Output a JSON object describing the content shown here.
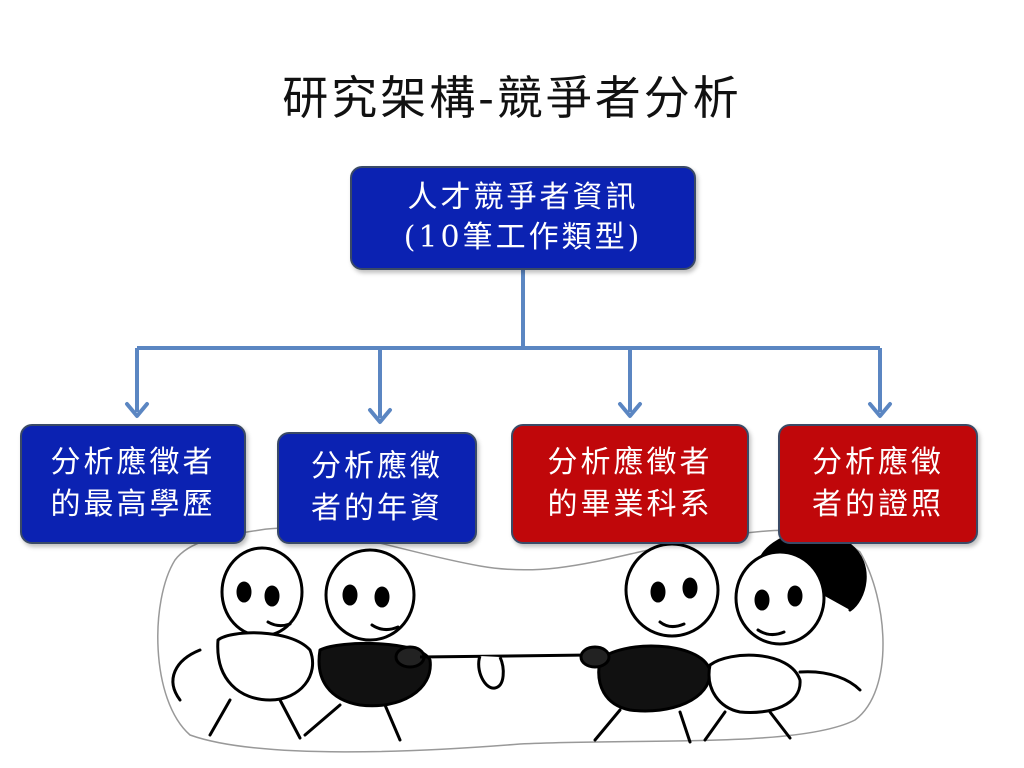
{
  "title": "研究架構-競爭者分析",
  "colors": {
    "blue": "#0b22b2",
    "red": "#c0070a",
    "connector": "#5b86c2"
  },
  "root": {
    "line1": "人才競爭者資訊",
    "line2": "(10筆工作類型)"
  },
  "children": [
    {
      "line1": "分析應徵者",
      "line2": "的最高學歷",
      "color": "blue"
    },
    {
      "line1": "分析應徵",
      "line2": "者的年資",
      "color": "blue"
    },
    {
      "line1": "分析應徵者",
      "line2": "的畢業科系",
      "color": "red"
    },
    {
      "line1": "分析應徵",
      "line2": "者的證照",
      "color": "red"
    }
  ],
  "illustration": {
    "subject": "tug-of-war-cartoon"
  }
}
